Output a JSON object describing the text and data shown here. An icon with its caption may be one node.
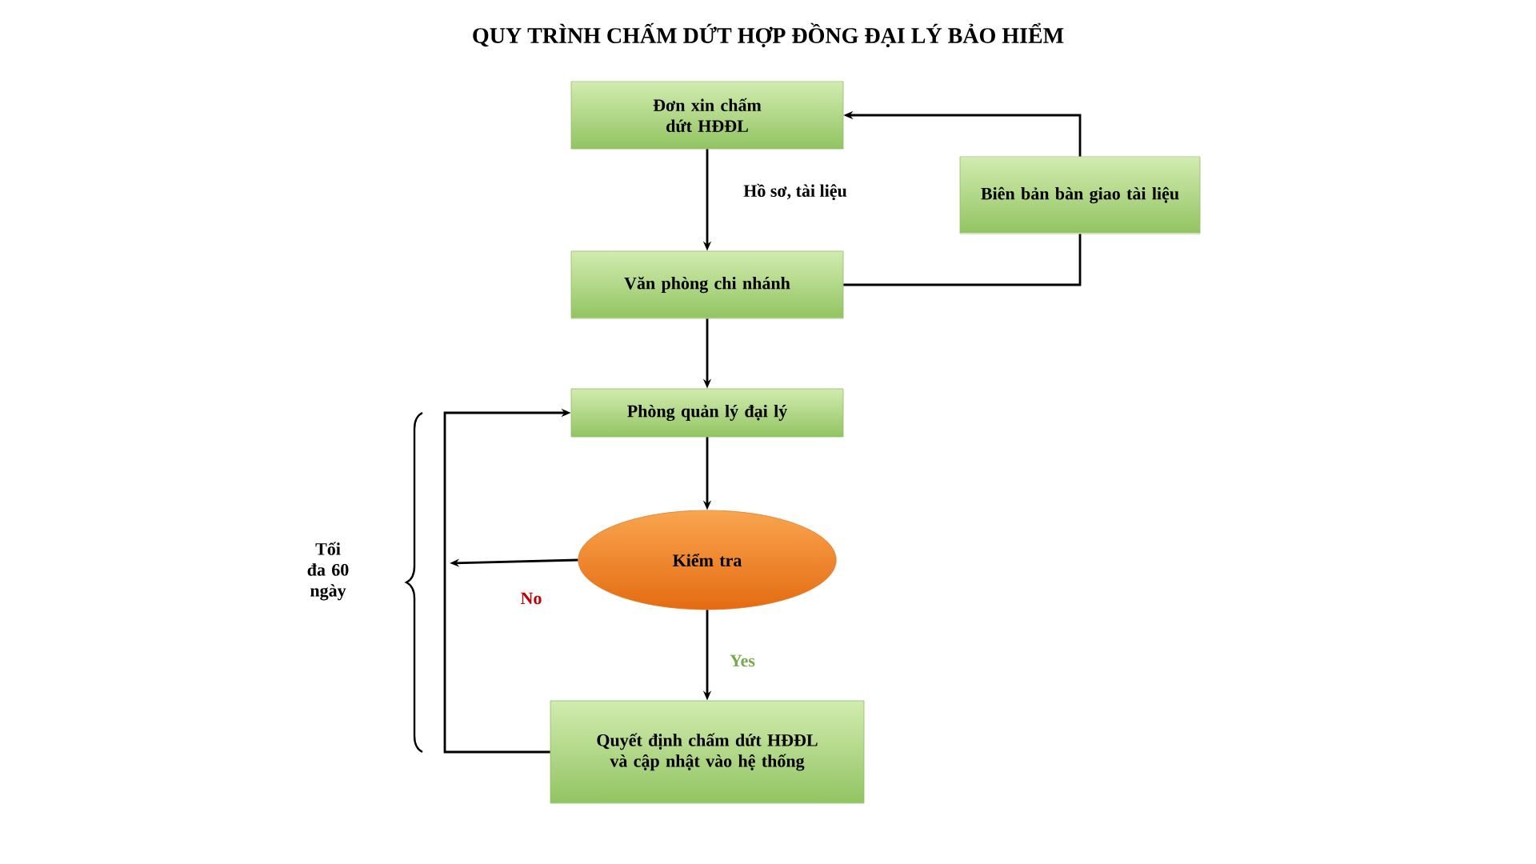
{
  "diagram": {
    "title": "QUY TRÌNH CHẤM DỨT HỢP ĐỒNG ĐẠI LÝ BẢO HIỂM",
    "nodes": [
      {
        "text": [
          "Đơn xin chấm dứt HĐĐL"
        ]
      },
      {
        "text": [
          "Biên bản bàn giao tài liệu"
        ]
      },
      {
        "text": [
          "Văn phòng chi nhánh"
        ]
      },
      {
        "text": [
          "Phòng quản lý đại lý"
        ]
      },
      {
        "text": [
          "Kiểm tra"
        ]
      },
      {
        "text": [
          "Quyết định chấm dứt HĐĐL và cập nhật vào hệ thống"
        ]
      }
    ],
    "edges": [
      {
        "from": 0,
        "to": 2,
        "arrow": "to",
        "label": "Hồ sơ, tài liệu"
      },
      {
        "from": 2,
        "to": 1,
        "arrow": "none"
      },
      {
        "from": 1,
        "to": 0,
        "arrow": "to"
      },
      {
        "from": 2,
        "to": 3,
        "arrow": "to"
      },
      {
        "from": 3,
        "to": 4,
        "arrow": "to"
      },
      {
        "from": 4,
        "to": null,
        "arrow": "to",
        "label": "No"
      },
      {
        "from": 4,
        "to": 5,
        "arrow": "to",
        "label": "Yes"
      },
      {
        "from": 5,
        "to": 3,
        "arrow": "to"
      }
    ],
    "labels": [
      "Tối đa 60 ngày"
    ]
  }
}
